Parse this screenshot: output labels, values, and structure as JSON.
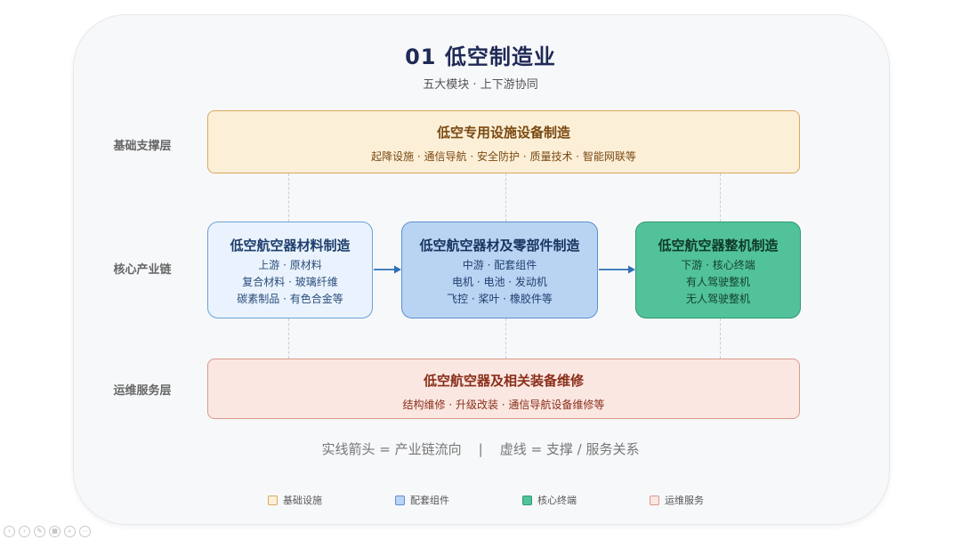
{
  "header": {
    "title": "01 低空制造业",
    "subtitle": "五大模块 · 上下游协同"
  },
  "rows": {
    "top": "基础支撑层",
    "middle": "核心产业链",
    "bottom": "运维服务层"
  },
  "top_band": {
    "title": "低空专用设施设备制造",
    "subtitle": "起降设施 · 通信导航 · 安全防护 · 质量技术 · 智能网联等"
  },
  "nodes": [
    {
      "title": "低空航空器材料制造",
      "lines": [
        "上游 · 原材料",
        "复合材料 · 玻璃纤维",
        "碳素制品 · 有色合金等"
      ]
    },
    {
      "title": "低空航空器材及零部件制造",
      "lines": [
        "中游 · 配套组件",
        "电机 · 电池 · 发动机",
        "飞控 · 桨叶 · 橡胶件等"
      ]
    },
    {
      "title": "低空航空器整机制造",
      "lines": [
        "下游 · 核心终端",
        "有人驾驶整机",
        "无人驾驶整机"
      ]
    }
  ],
  "bottom_band": {
    "title": "低空航空器及相关装备维修",
    "subtitle": "结构维修 · 升级改装 · 通信导航设备维修等"
  },
  "note": "实线箭头 = 产业链流向    |    虚线 = 支撑 / 服务关系",
  "legend": [
    {
      "label": "基础设施",
      "fill": "#fcefd8",
      "border": "#d9a95e"
    },
    {
      "label": "配套组件",
      "fill": "#b9d4f3",
      "border": "#5a8fcf"
    },
    {
      "label": "核心终端",
      "fill": "#52c29b",
      "border": "#2f9a73"
    },
    {
      "label": "运维服务",
      "fill": "#fbe7e1",
      "border": "#d99a8a"
    }
  ],
  "colors": {
    "title": "#1f2a56",
    "arrow": "#2f6fb5"
  }
}
